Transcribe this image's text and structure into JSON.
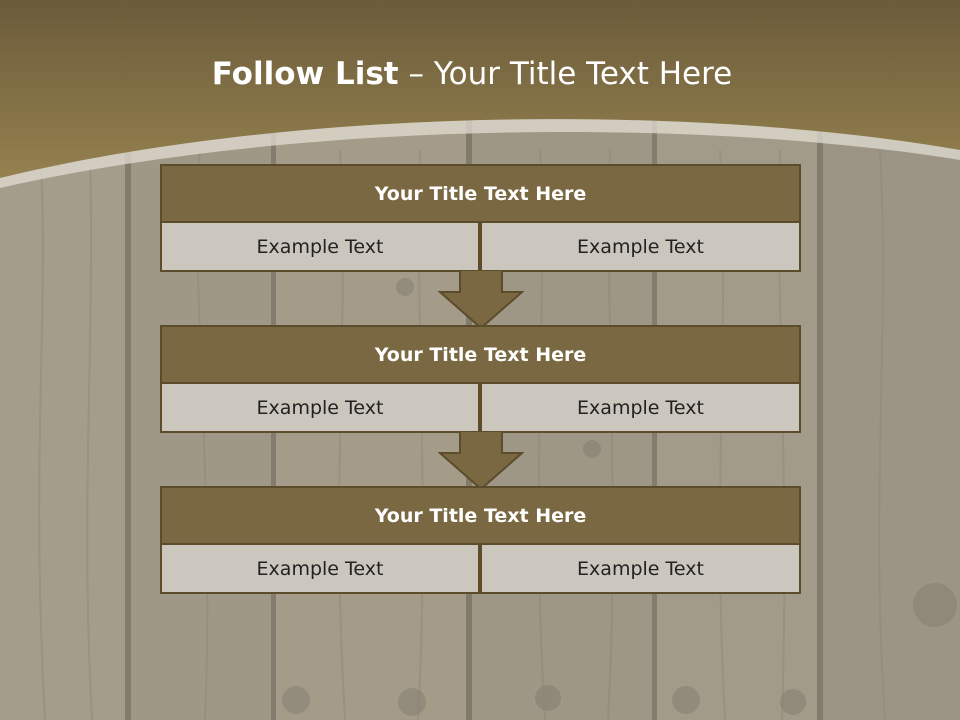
{
  "title": {
    "bold_part": "Follow List",
    "rest_part": " – Your Title Text Here"
  },
  "colors": {
    "header_brown": "#8a7548",
    "block_title_bg": "#7a6842",
    "block_border": "#5b4c2c",
    "cell_bg": "#cbc6be",
    "arrow_fill": "#7a6842"
  },
  "blocks": [
    {
      "title": "Your Title Text Here",
      "left": "Example Text",
      "right": "Example Text"
    },
    {
      "title": "Your Title Text Here",
      "left": "Example Text",
      "right": "Example Text"
    },
    {
      "title": "Your Title Text Here",
      "left": "Example Text",
      "right": "Example Text"
    }
  ],
  "icons": {
    "arrow": "down-arrow-icon"
  }
}
